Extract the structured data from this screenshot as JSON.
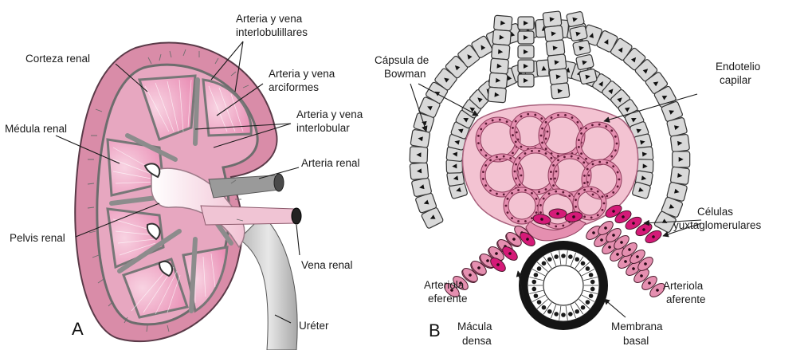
{
  "colors": {
    "cortex": "#d98ca8",
    "cortex_edge": "#5a3a48",
    "medulla": "#f0a8c6",
    "vessel_gray": "#8c8c8c",
    "vessel_light": "#d4d4d4",
    "pelvis": "#f6dce6",
    "glomerulus_bg": "#f3c3d2",
    "capillary": "#e58fb0",
    "magenta": "#d51a78",
    "bowman_cell": "#d9d9d9",
    "basal": "#151515"
  },
  "panel_a": {
    "letter": "A",
    "labels": {
      "corteza": "Corteza renal",
      "interlobulillares_1": "Arteria y vena",
      "interlobulillares_2": "interlobulillares",
      "arciformes_1": "Arteria y vena",
      "arciformes_2": "arciformes",
      "interlobular_1": "Arteria y vena",
      "interlobular_2": "interlobular",
      "medula": "Médula renal",
      "arteria_renal": "Arteria renal",
      "pelvis": "Pelvis renal",
      "vena_renal": "Vena renal",
      "ureter": "Uréter"
    }
  },
  "panel_b": {
    "letter": "B",
    "labels": {
      "capsula_1": "Cápsula de",
      "capsula_2": "Bowman",
      "endotelio_1": "Endotelio",
      "endotelio_2": "capilar",
      "celulas_1": "Células",
      "celulas_2": "yuxtaglomerulares",
      "eferente_1": "Arteriola",
      "eferente_2": "eferente",
      "aferente_1": "Arteriola",
      "aferente_2": "aferente",
      "macula_1": "Mácula",
      "macula_2": "densa",
      "membrana_1": "Membrana",
      "membrana_2": "basal"
    }
  }
}
